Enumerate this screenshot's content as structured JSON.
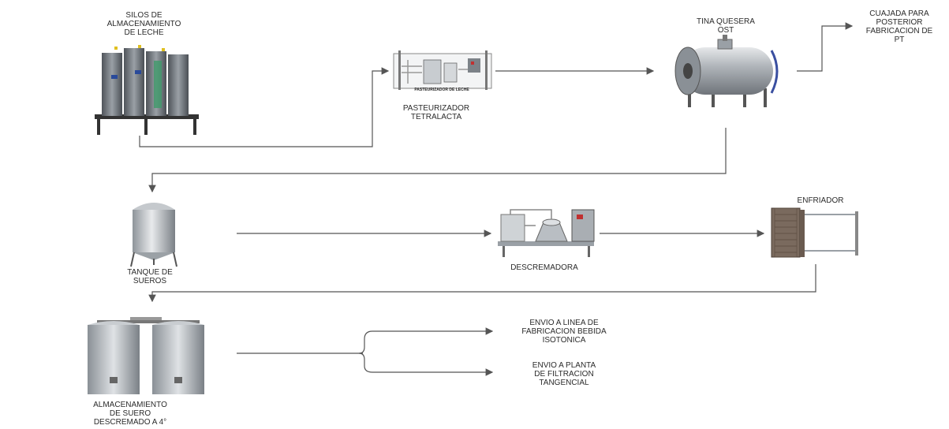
{
  "nodes": {
    "silos": "SILOS DE\nALMACENAMIENTO\nDE LECHE",
    "pasteurizador": "PASTEURIZADOR\nTETRALACTA",
    "pasteurizador_plate": "PASTEURIZADOR DE LECHE",
    "tina": "TINA QUESERA\nOST",
    "cuajada": "CUAJADA PARA\nPOSTERIOR\nFABRICACION DE\nPT",
    "tanque": "TANQUE DE\nSUEROS",
    "descremadora": "DESCREMADORA",
    "enfriador": "ENFRIADOR",
    "almacenamiento": "ALMACENAMIENTO\nDE SUERO\nDESCREMADO A 4°",
    "envio_bebida": "ENVIO A  LINEA DE\nFABRICACION BEBIDA\nISOTONICA",
    "envio_filtracion": "ENVIO A PLANTA\nDE FILTRACION\nTANGENCIAL"
  },
  "colors": {
    "line": "#555555",
    "steel": "#b9bec4",
    "dark_steel": "#6d737a"
  }
}
